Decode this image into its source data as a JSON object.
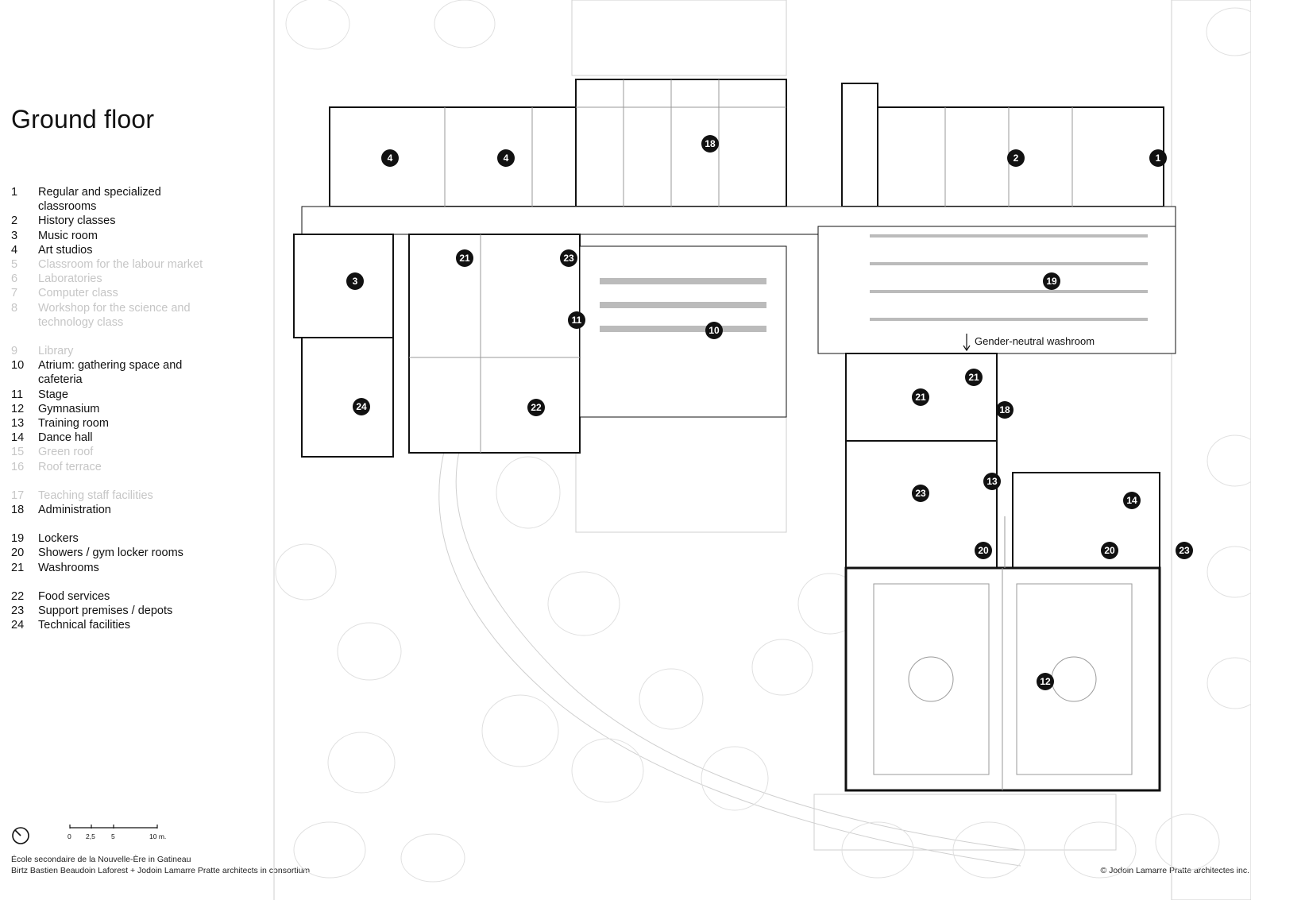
{
  "title": "Ground floor",
  "legend": [
    {
      "num": "1",
      "label": "Regular and specialized classrooms",
      "dim": false
    },
    {
      "num": "2",
      "label": "History classes",
      "dim": false
    },
    {
      "num": "3",
      "label": "Music room",
      "dim": false
    },
    {
      "num": "4",
      "label": "Art studios",
      "dim": false
    },
    {
      "num": "5",
      "label": "Classroom for the labour market",
      "dim": true
    },
    {
      "num": "6",
      "label": "Laboratories",
      "dim": true
    },
    {
      "num": "7",
      "label": "Computer class",
      "dim": true
    },
    {
      "num": "8",
      "label": "Workshop for the science and technology class",
      "dim": true,
      "gap_after": true
    },
    {
      "num": "9",
      "label": "Library",
      "dim": true
    },
    {
      "num": "10",
      "label": "Atrium: gathering space and cafeteria",
      "dim": false
    },
    {
      "num": "11",
      "label": "Stage",
      "dim": false
    },
    {
      "num": "12",
      "label": "Gymnasium",
      "dim": false
    },
    {
      "num": "13",
      "label": "Training room",
      "dim": false
    },
    {
      "num": "14",
      "label": "Dance hall",
      "dim": false
    },
    {
      "num": "15",
      "label": "Green roof",
      "dim": true
    },
    {
      "num": "16",
      "label": "Roof terrace",
      "dim": true,
      "gap_after": true
    },
    {
      "num": "17",
      "label": "Teaching staff facilities",
      "dim": true
    },
    {
      "num": "18",
      "label": "Administration",
      "dim": false,
      "gap_after": true
    },
    {
      "num": "19",
      "label": "Lockers",
      "dim": false
    },
    {
      "num": "20",
      "label": "Showers / gym locker rooms",
      "dim": false
    },
    {
      "num": "21",
      "label": "Washrooms",
      "dim": false,
      "gap_after": true
    },
    {
      "num": "22",
      "label": "Food services",
      "dim": false
    },
    {
      "num": "23",
      "label": "Support premises / depots",
      "dim": false
    },
    {
      "num": "24",
      "label": "Technical facilities",
      "dim": false
    }
  ],
  "scale": {
    "ticks": [
      "0",
      "2,5",
      "5",
      "10 m."
    ]
  },
  "credits": {
    "line1": "École secondaire de la Nouvelle-Ère in Gatineau",
    "line2": "Birtz Bastien Beaudoin Laforest + Jodoin Lamarre Pratte architects in consortium"
  },
  "copyright": "© Jodoin Lamarre Pratte architectes inc.",
  "plan": {
    "callout": "Gender-neutral washroom",
    "tags": [
      "4",
      "4",
      "18",
      "2",
      "1",
      "3",
      "21",
      "23",
      "11",
      "10",
      "19",
      "21",
      "21",
      "18",
      "24",
      "22",
      "23",
      "13",
      "14",
      "20",
      "20",
      "23",
      "12"
    ]
  }
}
